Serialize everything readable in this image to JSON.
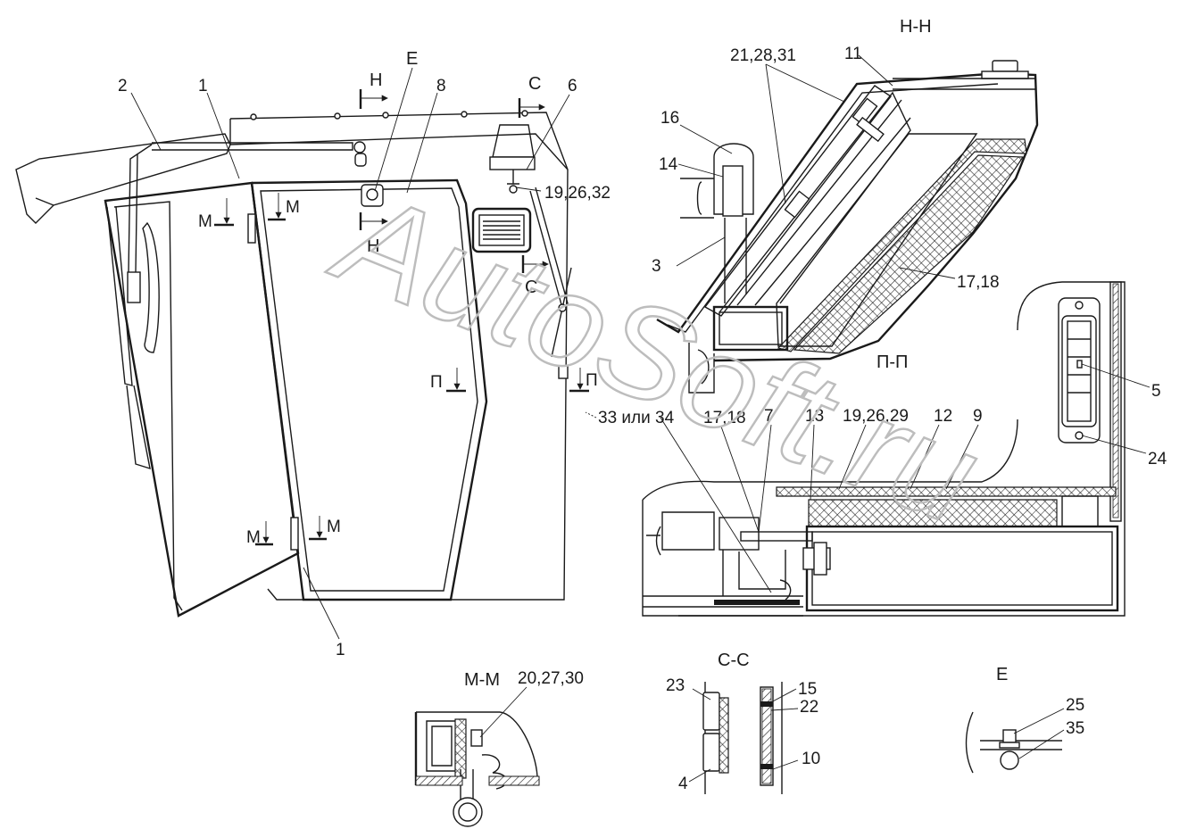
{
  "watermark": "AutoSoft.ru",
  "section_titles": {
    "hh": "Н-Н",
    "pp": "П-П",
    "mm": "М-М",
    "cc": "С-С",
    "e": "Е"
  },
  "cab_view": {
    "section_marks": {
      "h_top": "Н",
      "h_bottom": "Н",
      "c_top": "С",
      "c_bottom": "С",
      "e": "Е",
      "m_upper_left": "М",
      "m_upper_right": "М",
      "m_lower_left": "М",
      "m_lower_right": "М",
      "p_left": "П",
      "p_right": "П"
    },
    "callouts": {
      "c2": "2",
      "c1_top": "1",
      "c8": "8",
      "c6": "6",
      "c19_26_32": "19,26,32",
      "c1_bottom": "1",
      "c33_34": "33 или 34"
    }
  },
  "section_hh": {
    "callouts": {
      "c21_28_31": "21,28,31",
      "c11": "11",
      "c16": "16",
      "c14": "14",
      "c3": "3",
      "c17_18": "17,18"
    }
  },
  "section_pp": {
    "callouts": {
      "c5": "5",
      "c24": "24",
      "c17_18": "17,18",
      "c7": "7",
      "c13": "13",
      "c19_26_29": "19,26,29",
      "c12": "12",
      "c9": "9"
    }
  },
  "section_mm": {
    "callouts": {
      "c20_27_30": "20,27,30"
    }
  },
  "section_cc": {
    "callouts": {
      "c23": "23",
      "c15": "15",
      "c22": "22",
      "c4": "4",
      "c10": "10"
    }
  },
  "view_e": {
    "callouts": {
      "c25": "25",
      "c35": "35"
    }
  }
}
